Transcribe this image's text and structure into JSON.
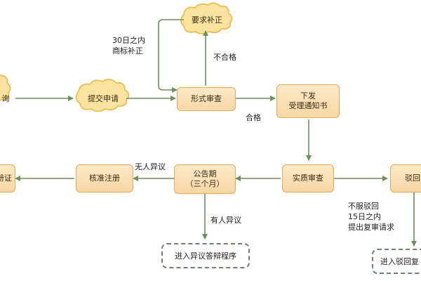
{
  "colors": {
    "arrow": "#6f8f5a",
    "node_fill": "#fbe1b8",
    "node_border": "#e3aa5a",
    "cloud_fill": "#fde3a0",
    "cloud_border": "#efb53a"
  },
  "nodes": {
    "left_cut_top": "询",
    "submit": "提交申请",
    "require": "要求补正",
    "formal": "形式审查",
    "notice": "下发\n受理通知书",
    "substantive": "实质审查",
    "reject": "驳回",
    "announce": "公告期\n（三个月）",
    "approve": "核准注册",
    "left_cut_bottom": "册证",
    "objection_proc": "进入异议答辩程序",
    "reject_proc": "进入驳回复"
  },
  "labels": {
    "within30": "30日之内\n商标补正",
    "fail": "不合格",
    "pass": "合格",
    "no_obj": "无人异议",
    "has_obj": "有人异议",
    "appeal": "不服驳回\n15日之内\n提出复审请求"
  }
}
